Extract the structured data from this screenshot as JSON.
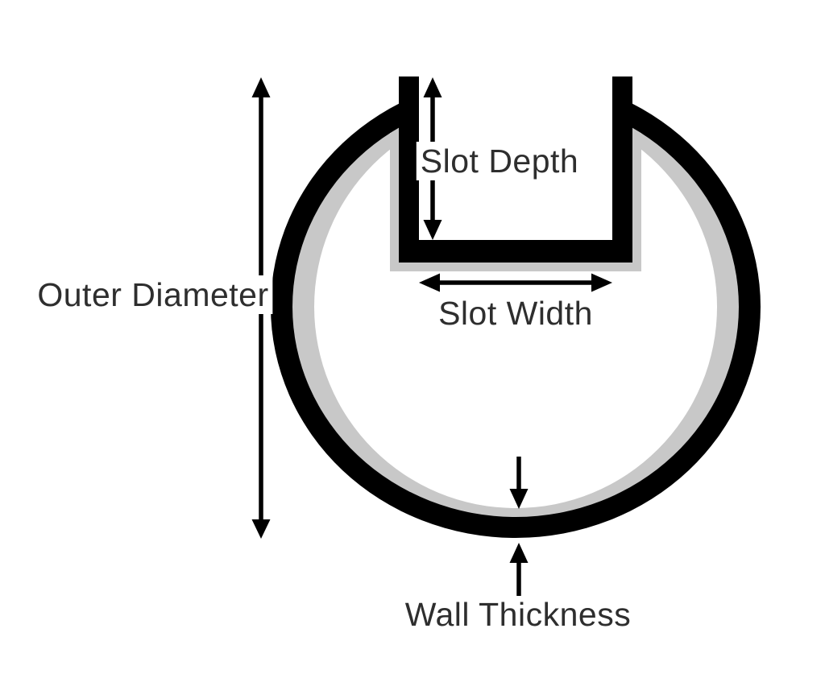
{
  "diagram": {
    "labels": {
      "outer_diameter": "Outer Diameter",
      "slot_depth": "Slot Depth",
      "slot_width": "Slot Width",
      "wall_thickness": "Wall Thickness"
    },
    "colors": {
      "tube_wall": "#000000",
      "inner_lining": "#c8c8c8",
      "arrow": "#000000",
      "label_text": "#2e2e2e",
      "background": "#ffffff"
    }
  }
}
